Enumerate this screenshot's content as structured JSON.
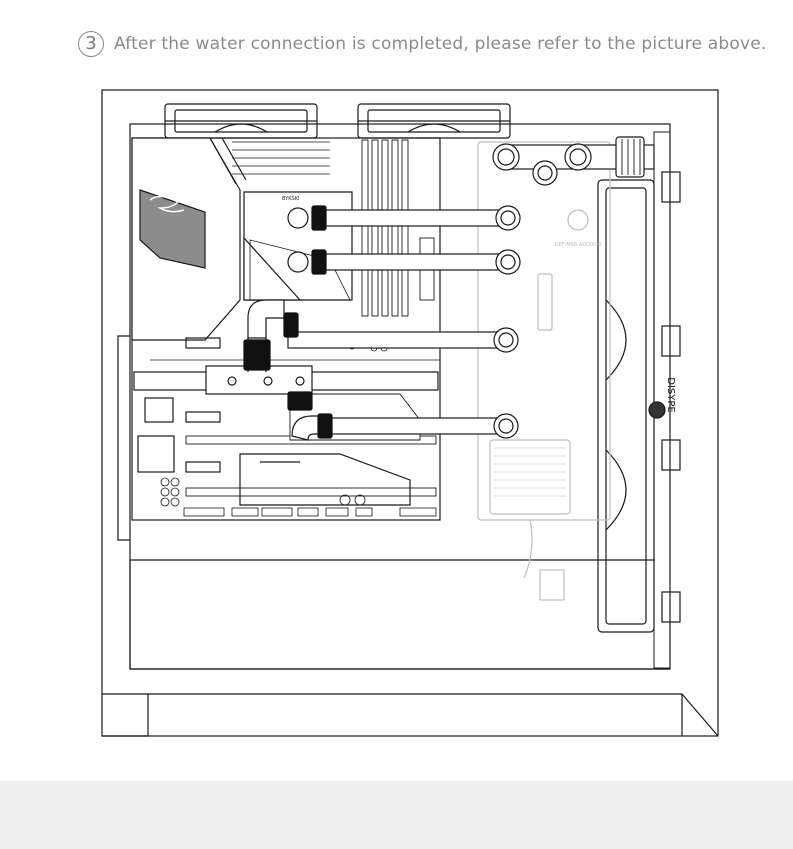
{
  "instruction": {
    "step_number": "3",
    "text": "After the water connection is completed, please refer to the picture above."
  },
  "diagram": {
    "brand_logo_text": "DISYPE",
    "board_label": "GEF-M68-ADD00-B",
    "block_label": "BYKSKI",
    "colors": {
      "line": "#1a1a1a",
      "light_line": "#bdbdbd",
      "fill_dark": "#111111",
      "fill_grey": "#8c8c8c",
      "footer": "#efefef"
    }
  }
}
